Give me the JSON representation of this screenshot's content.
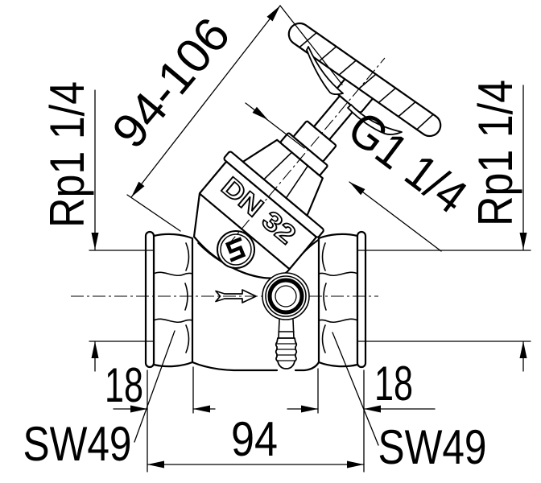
{
  "drawing": {
    "type": "valve-technical-drawing",
    "labels": {
      "height_range": "94-106",
      "bonnet_thread": "G1 1/4",
      "port_thread_left": "Rp1 1/4",
      "port_thread_right": "Rp1 1/4",
      "nominal_size": "DN 32",
      "thread_depth_left": "18",
      "thread_depth_right": "18",
      "face_to_face": "94",
      "wrench_size_left": "SW49",
      "wrench_size_right": "SW49"
    },
    "icons": [
      "flow-direction-arrow",
      "manufacturer-logo",
      "handwheel"
    ],
    "colors": {
      "line": "#000000",
      "background": "#ffffff"
    }
  }
}
